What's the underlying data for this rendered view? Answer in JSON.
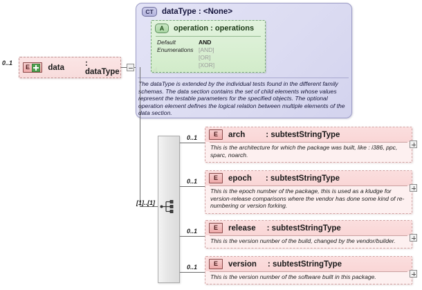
{
  "diagram": {
    "title": "XML Schema diagram for data : dataType",
    "root_element": {
      "badge": "E",
      "badge_plus": "+",
      "name": "data",
      "type": ": dataType",
      "cardinality": "0..1",
      "collapse_icon": "minus-expander"
    },
    "complex_type": {
      "badge": "CT",
      "title": "dataType : <None>",
      "documentation": "The dataType is extended by the individual tests found in the different family schemas.  The data section contains the set of child elements whose values represent the testable parameters for the specified objects. The optional operation element defines the logical relation between multiple elements of the data section.",
      "attribute": {
        "badge": "A",
        "title": "operation : operations",
        "rows": [
          {
            "key": "Default",
            "value": "AND",
            "muted": false
          },
          {
            "key": "Enumerations",
            "value": "[AND]",
            "muted": true
          },
          {
            "key": "",
            "value": "[OR]",
            "muted": true
          },
          {
            "key": "",
            "value": "[XOR]",
            "muted": true
          }
        ]
      }
    },
    "compositor": {
      "kind": "all",
      "cardinality": "[1]..[1]"
    },
    "children": [
      {
        "badge": "E",
        "name": "arch",
        "type": ": subtestStringType",
        "cardinality": "0..1",
        "documentation": "This is the architecture for which the package was built, like : i386, ppc, sparc, noarch.",
        "expander": "plus"
      },
      {
        "badge": "E",
        "name": "epoch",
        "type": ": subtestStringType",
        "cardinality": "0..1",
        "documentation": "This is the epoch number of the package, this is used as a kludge for version-release comparisons where the vendor has done some kind of re-numbering or version forking.",
        "expander": "plus"
      },
      {
        "badge": "E",
        "name": "release",
        "type": ": subtestStringType",
        "cardinality": "0..1",
        "documentation": "This is the version number of the build, changed by the vendor/builder.",
        "expander": "plus"
      },
      {
        "badge": "E",
        "name": "version",
        "type": ": subtestStringType",
        "cardinality": "0..1",
        "documentation": "This is the version number of the software built in this package.",
        "expander": "plus"
      }
    ],
    "colors": {
      "complex_type_fill": "#dcdcf2",
      "attribute_fill": "#d7eed0",
      "element_fill": "#fdf0f0",
      "element_header_fill": "#fbdede",
      "compositor_fill": "#e6e6e6",
      "line": "#6a6a6a"
    }
  }
}
